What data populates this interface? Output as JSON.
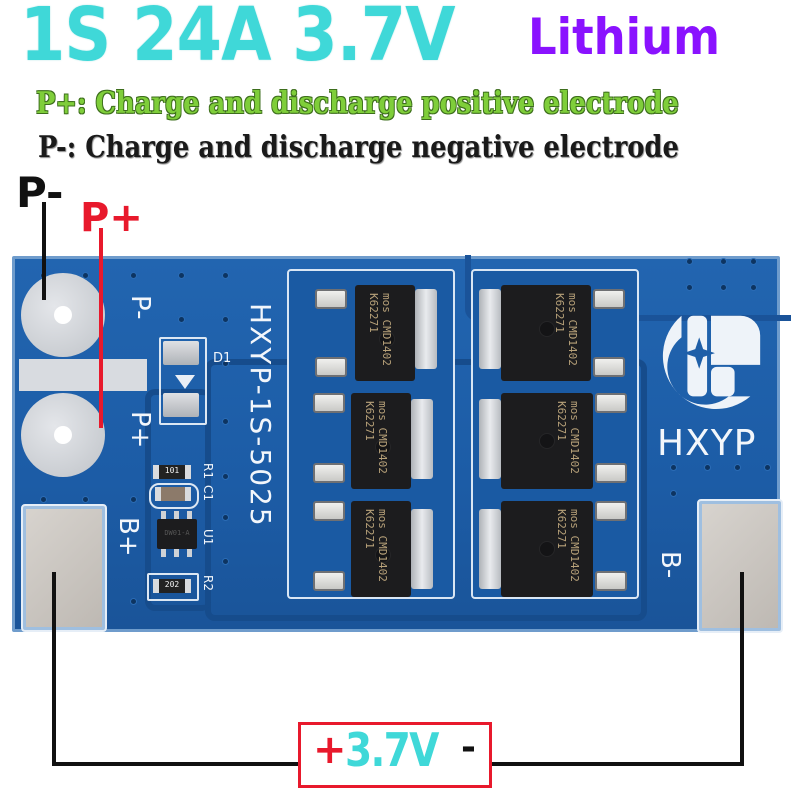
{
  "header": {
    "title": "1S 24A 3.7V",
    "subtitle": "Lithium",
    "colors": {
      "title": "#3fd8d8",
      "subtitle": "#8a12ff"
    }
  },
  "legend": {
    "positive": "P+:  Charge and discharge positive electrode",
    "negative": "P-:  Charge and discharge negative electrode",
    "colors": {
      "positive": "#7fce3a",
      "negative": "#1a1a1a"
    }
  },
  "callouts": {
    "p_minus": "P-",
    "p_plus": "P+",
    "colors": {
      "p_minus": "#111111",
      "p_plus": "#e8192c"
    }
  },
  "board": {
    "color": "#1f5fa8",
    "model": "HXYP-1S-5025",
    "brand": "HXYP",
    "silkscreen": {
      "p_minus": "P-",
      "p_plus": "P+",
      "b_plus": "B+",
      "b_minus": "B-",
      "d1": "D1",
      "r1": "R1",
      "c1": "C1",
      "u1": "U1",
      "r2": "R2"
    },
    "components": {
      "r1_code": "101",
      "r2_code": "202",
      "u1_code": "DW01-A"
    },
    "mosfets": [
      {
        "brand": "mos",
        "part": "CMD1402",
        "lot": "K62271"
      },
      {
        "brand": "mos",
        "part": "CMD1402",
        "lot": "K62271"
      },
      {
        "brand": "mos",
        "part": "CMD1402",
        "lot": "K62271"
      },
      {
        "brand": "mos",
        "part": "CMD1402",
        "lot": "K62271"
      },
      {
        "brand": "mos",
        "part": "CMD1402",
        "lot": "K62271"
      },
      {
        "brand": "mos",
        "part": "CMD1402",
        "lot": "K62271"
      }
    ]
  },
  "battery": {
    "plus": "+",
    "voltage": "3.7V",
    "minus": "-",
    "colors": {
      "border": "#e8192c",
      "voltage": "#3fd8d8"
    }
  }
}
